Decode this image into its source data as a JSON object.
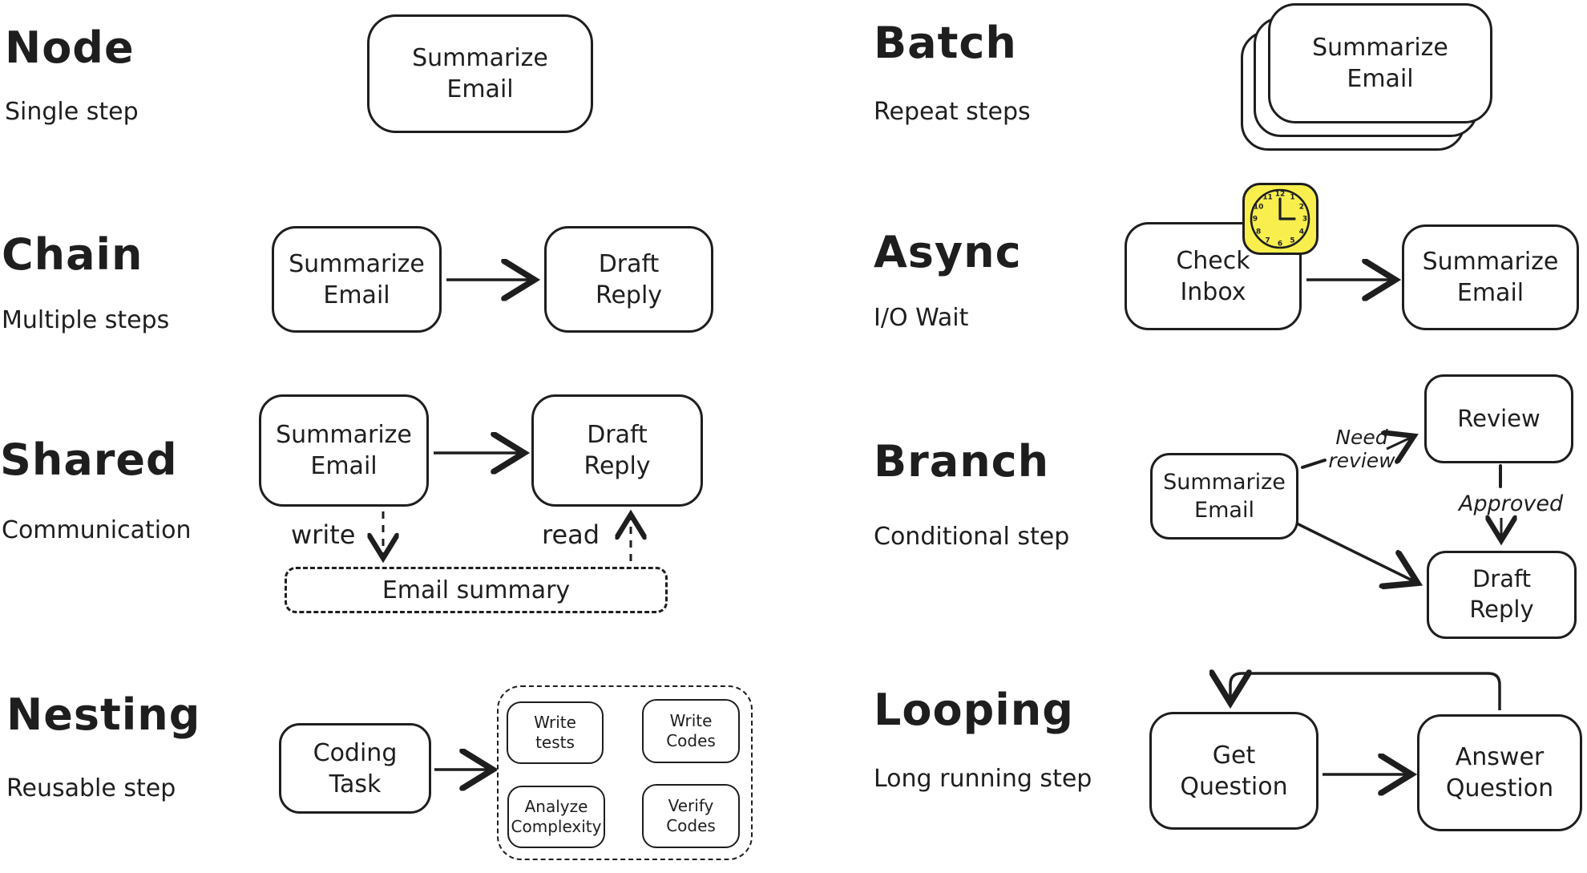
{
  "canvas": {
    "background": "#ffffff",
    "stroke_color": "#1e1e1e",
    "clock_fill": "#f8ef4f"
  },
  "sections": {
    "node": {
      "title": "Node",
      "subtitle": "Single step",
      "box_label": "Summarize\nEmail"
    },
    "chain": {
      "title": "Chain",
      "subtitle": "Multiple steps",
      "box1_label": "Summarize\nEmail",
      "box2_label": "Draft\nReply"
    },
    "shared": {
      "title": "Shared",
      "subtitle": "Communication",
      "box1_label": "Summarize\nEmail",
      "box2_label": "Draft\nReply",
      "write_label": "write",
      "read_label": "read",
      "store_label": "Email summary"
    },
    "nesting": {
      "title": "Nesting",
      "subtitle": "Reusable step",
      "outer_box_label": "Coding\nTask",
      "inner": {
        "write_tests": "Write\ntests",
        "write_codes": "Write\nCodes",
        "analyze_complexity": "Analyze\nComplexity",
        "verify_codes": "Verify\nCodes"
      }
    },
    "batch": {
      "title": "Batch",
      "subtitle": "Repeat steps",
      "box_label": "Summarize\nEmail"
    },
    "async": {
      "title": "Async",
      "subtitle": "I/O Wait",
      "box1_label": "Check\nInbox",
      "box2_label": "Summarize\nEmail",
      "clock_numbers": [
        "12",
        "1",
        "2",
        "3",
        "4",
        "5",
        "6",
        "7",
        "8",
        "9",
        "10",
        "11"
      ]
    },
    "branch": {
      "title": "Branch",
      "subtitle": "Conditional step",
      "box1_label": "Summarize\nEmail",
      "box2_label": "Review",
      "box3_label": "Draft\nReply",
      "need_review_label": "Need\nreview",
      "approved_label": "Approved"
    },
    "looping": {
      "title": "Looping",
      "subtitle": "Long running step",
      "box1_label": "Get\nQuestion",
      "box2_label": "Answer\nQuestion"
    }
  }
}
